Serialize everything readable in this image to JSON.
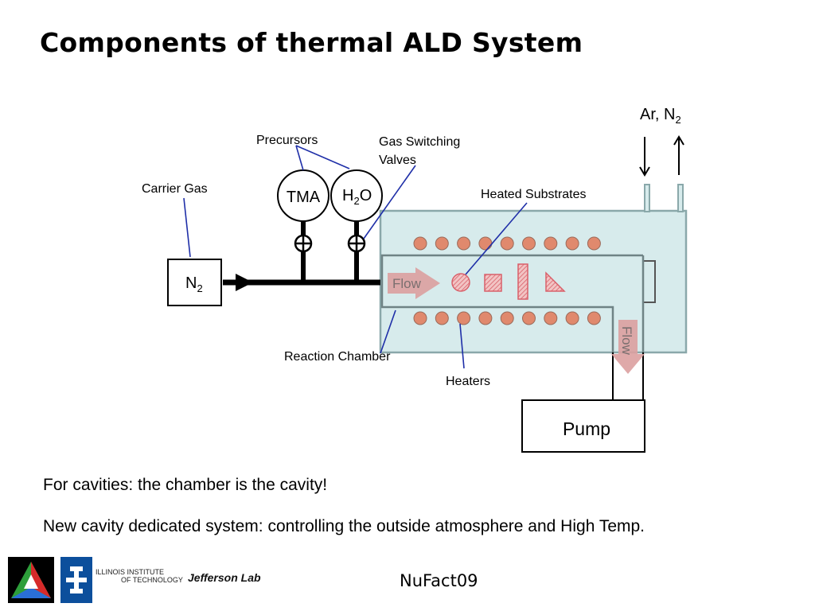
{
  "slide": {
    "title": "Components of thermal ALD System",
    "bullets": [
      "For cavities: the chamber is the cavity!",
      "New cavity dedicated system: controlling the outside atmosphere and High Temp."
    ],
    "footer": "NuFact09"
  },
  "diagram": {
    "labels": {
      "precursors": "Precursors",
      "gas_switching_valves": [
        "Gas Switching",
        "Valves"
      ],
      "carrier_gas": "Carrier Gas",
      "heated_substrates": "Heated Substrates",
      "reaction_chamber": "Reaction Chamber",
      "heaters": "Heaters",
      "pump": "Pump",
      "flow": "Flow",
      "flow_vertical": "Flow",
      "tma": "TMA",
      "h2o": {
        "main": "H",
        "sub": "2",
        "tail": "O"
      },
      "n2": {
        "main": "N",
        "sub": "2"
      },
      "ar_n2": {
        "main": "Ar, N",
        "sub": "2"
      }
    },
    "colors": {
      "chamber_fill": "#d7ebec",
      "chamber_stroke": "#8aa8aa",
      "heater_fill": "#e0896d",
      "leader_line": "#1f2fa8",
      "flow_arrow": "#dba0a0",
      "substrate": "#d9606a"
    },
    "heaters_top_count": 9,
    "heaters_bottom_count": 9
  },
  "logos": {
    "iit_line1": "ILLINOIS INSTITUTE",
    "iit_line2": "OF TECHNOLOGY",
    "jlab": "Jefferson Lab"
  }
}
